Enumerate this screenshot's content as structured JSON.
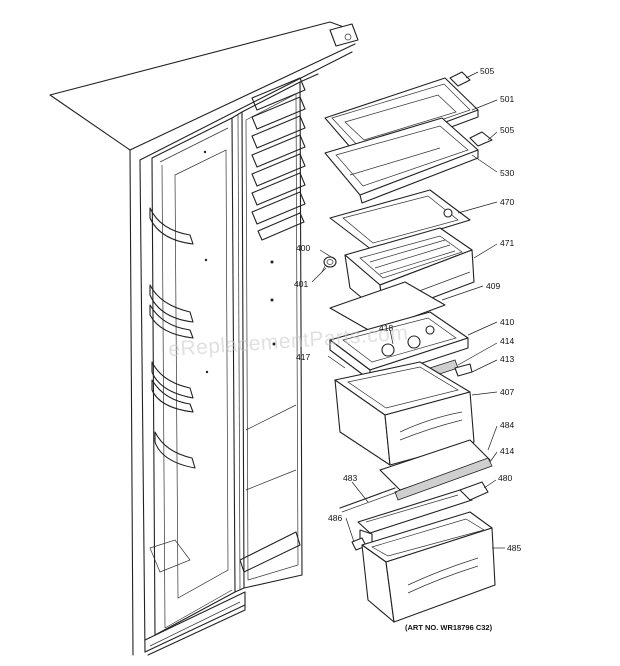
{
  "diagram": {
    "art_number": "(ART NO. WR18796 C32)",
    "watermark": "eReplacementParts.com",
    "callouts": {
      "c505a": "505",
      "c501": "501",
      "c505b": "505",
      "c530": "530",
      "c470": "470",
      "c471": "471",
      "c400": "400",
      "c401": "401",
      "c409": "409",
      "c410": "410",
      "c418": "418",
      "c414a": "414",
      "c417": "417",
      "c413": "413",
      "c407": "407",
      "c484": "484",
      "c414b": "414",
      "c483": "483",
      "c480": "480",
      "c486": "486",
      "c485": "485"
    }
  }
}
